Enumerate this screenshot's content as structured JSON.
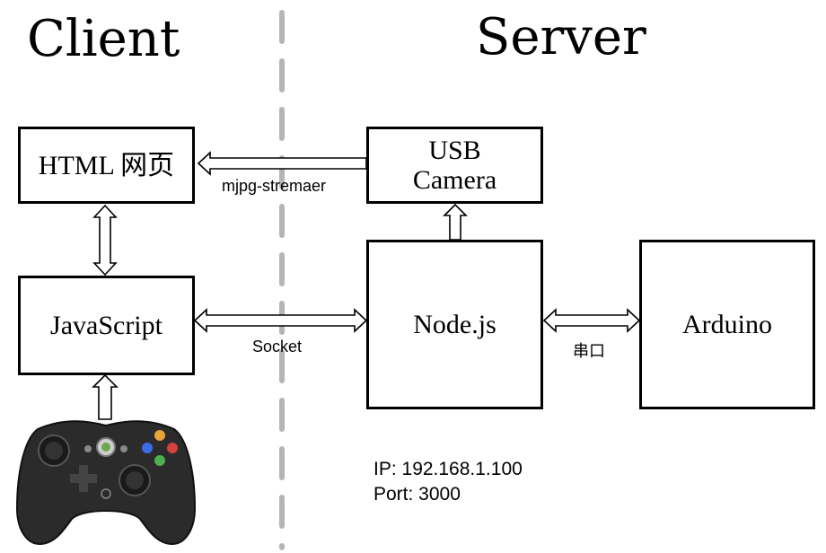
{
  "sections": {
    "client": "Client",
    "server": "Server"
  },
  "nodes": {
    "html_page": "HTML 网页",
    "javascript": "JavaScript",
    "usb_camera_line1": "USB",
    "usb_camera_line2": "Camera",
    "nodejs": "Node.js",
    "arduino": "Arduino"
  },
  "edges": {
    "camera_to_html": "mjpg-stremaer",
    "js_node": "Socket",
    "node_arduino": "串口"
  },
  "server_info": {
    "ip": "IP: 192.168.1.100",
    "port": "Port: 3000"
  },
  "colors": {
    "divider": "#b5b5b5",
    "stroke": "#000000",
    "gamepad_body": "#2b2b2b"
  },
  "icons": {
    "gamepad": "game-controller-icon"
  }
}
